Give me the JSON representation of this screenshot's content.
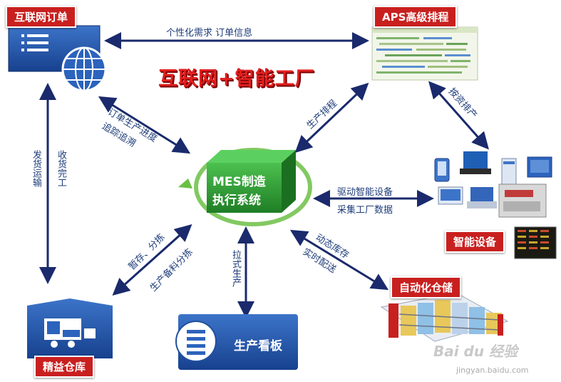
{
  "title": "互联网+智能工厂",
  "nodes": {
    "internet_order": "互联网订单",
    "aps": "APS高级排程",
    "mes_line1": "MES制造",
    "mes_line2": "执行系统",
    "smart_device": "智能设备",
    "auto_storage": "自动化仓储",
    "lean_warehouse": "精益仓库",
    "production_board": "生产看板"
  },
  "edges": {
    "order_aps": "个性化需求   订单信息",
    "order_mes_1": "订单生产进度",
    "order_mes_2": "追踪追溯",
    "aps_mes": "生产排程",
    "aps_device": "按资排产",
    "order_warehouse_1": "收货完工",
    "order_warehouse_2": "发货运输",
    "mes_device_1": "驱动智能设备",
    "mes_device_2": "采集工厂数据",
    "mes_storage_1": "动态库存",
    "mes_storage_2": "实时配送",
    "mes_warehouse_1": "暂存、分拣",
    "mes_warehouse_2": "生产备料分拣",
    "mes_board": "拉式生产"
  },
  "watermark": {
    "brand": "Bai du 经验",
    "url": "jingyan.baidu.com"
  },
  "colors": {
    "arrow": "#1a2a6c",
    "label_red": "#c8201f",
    "mes_green": "#2e9e33"
  }
}
